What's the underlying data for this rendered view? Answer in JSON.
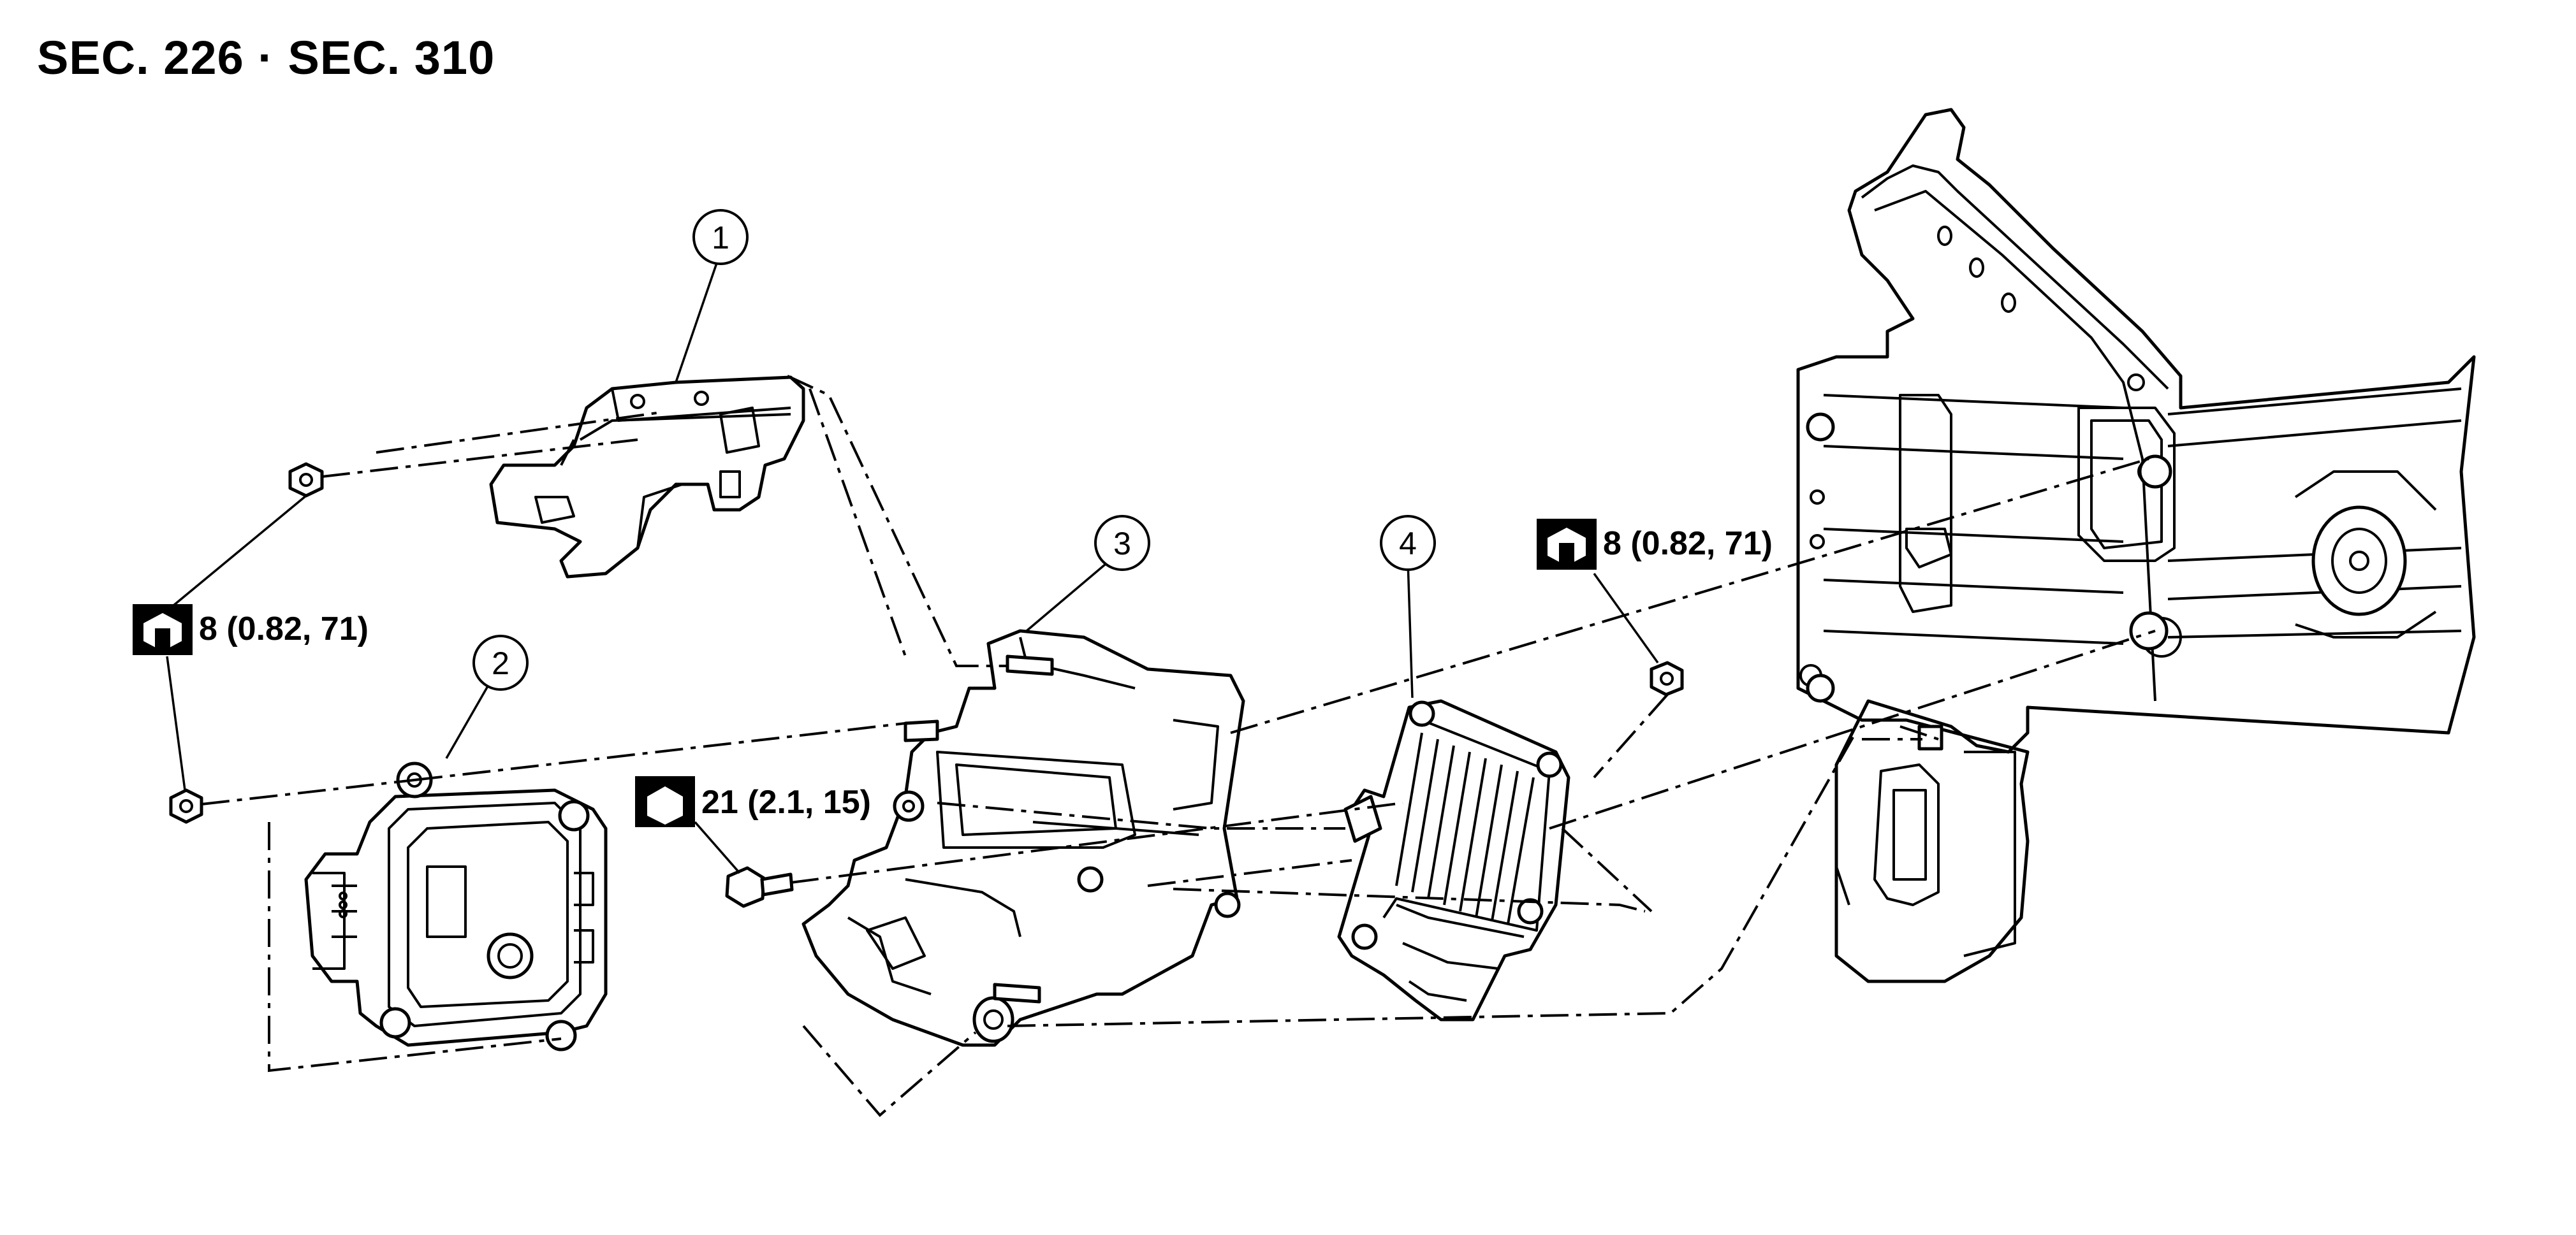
{
  "header": {
    "title": "SEC. 226 · SEC. 310"
  },
  "callouts": [
    "1",
    "2",
    "3",
    "4"
  ],
  "torques": {
    "t1": "8 (0.82, 71)",
    "t2": "21 (2.1, 15)",
    "t3": "8 (0.82, 71)"
  },
  "icons": {
    "torque_wrench": "torque-wrench-icon",
    "socket": "socket-icon"
  }
}
